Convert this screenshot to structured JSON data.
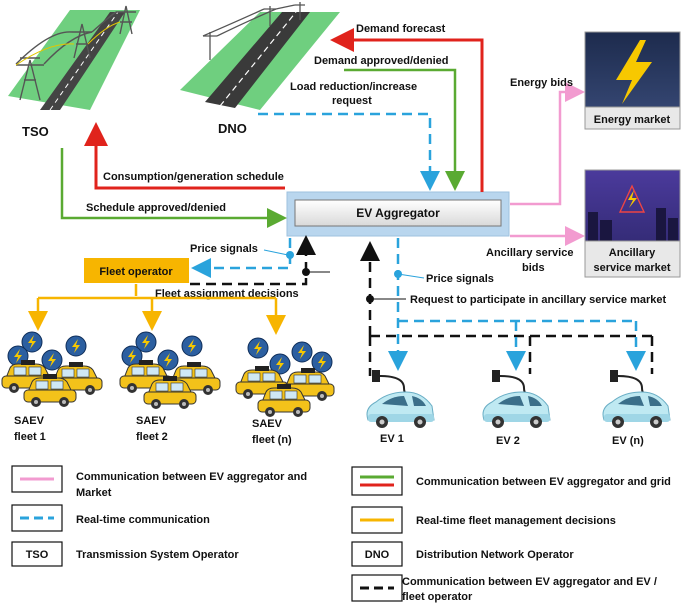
{
  "nodes": {
    "tso": "TSO",
    "dno": "DNO",
    "aggregator": "EV Aggregator",
    "energy_market": "Energy market",
    "ancillary_market_line1": "Ancillary",
    "ancillary_market_line2": "service market",
    "fleet_operator": "Fleet operator",
    "saev_fleet_1": [
      "SAEV",
      "fleet 1"
    ],
    "saev_fleet_2": [
      "SAEV",
      "fleet 2"
    ],
    "saev_fleet_n": [
      "SAEV",
      "fleet (n)"
    ],
    "ev_1": "EV 1",
    "ev_2": "EV 2",
    "ev_n": "EV (n)"
  },
  "flows": {
    "demand_forecast": "Demand forecast",
    "demand_approved": "Demand approved/denied",
    "load_reduction_line1": "Load reduction/increase",
    "load_reduction_line2": "request",
    "consumption_schedule": "Consumption/generation schedule",
    "schedule_approved": "Schedule approved/denied",
    "energy_bids": "Energy bids",
    "ancillary_bids_line1": "Ancillary service",
    "ancillary_bids_line2": "bids",
    "price_signals_fleet": "Price signals",
    "price_signals_ev": "Price signals",
    "fleet_assignment": "Fleet assignment decisions",
    "request_ancillary": "Request to participate in ancillary service market"
  },
  "legend": {
    "market_comm_line1": "Communication between EV aggregator and",
    "market_comm_line2": "Market",
    "grid_comm": "Communication between EV aggregator and grid",
    "realtime_comm": "Real-time communication",
    "fleet_decisions": "Real-time fleet management decisions",
    "tso_key": "TSO",
    "tso_def": "Transmission System Operator",
    "dno_key": "DNO",
    "dno_def": "Distribution Network Operator",
    "ev_comm_line1": "Communication between EV aggregator and EV /",
    "ev_comm_line2": "fleet operator"
  },
  "colors": {
    "pink": "#f29bd0",
    "red": "#e0231c",
    "green": "#5aaa32",
    "blue": "#2aa3dc",
    "gold": "#f7b500",
    "black": "#111111"
  }
}
